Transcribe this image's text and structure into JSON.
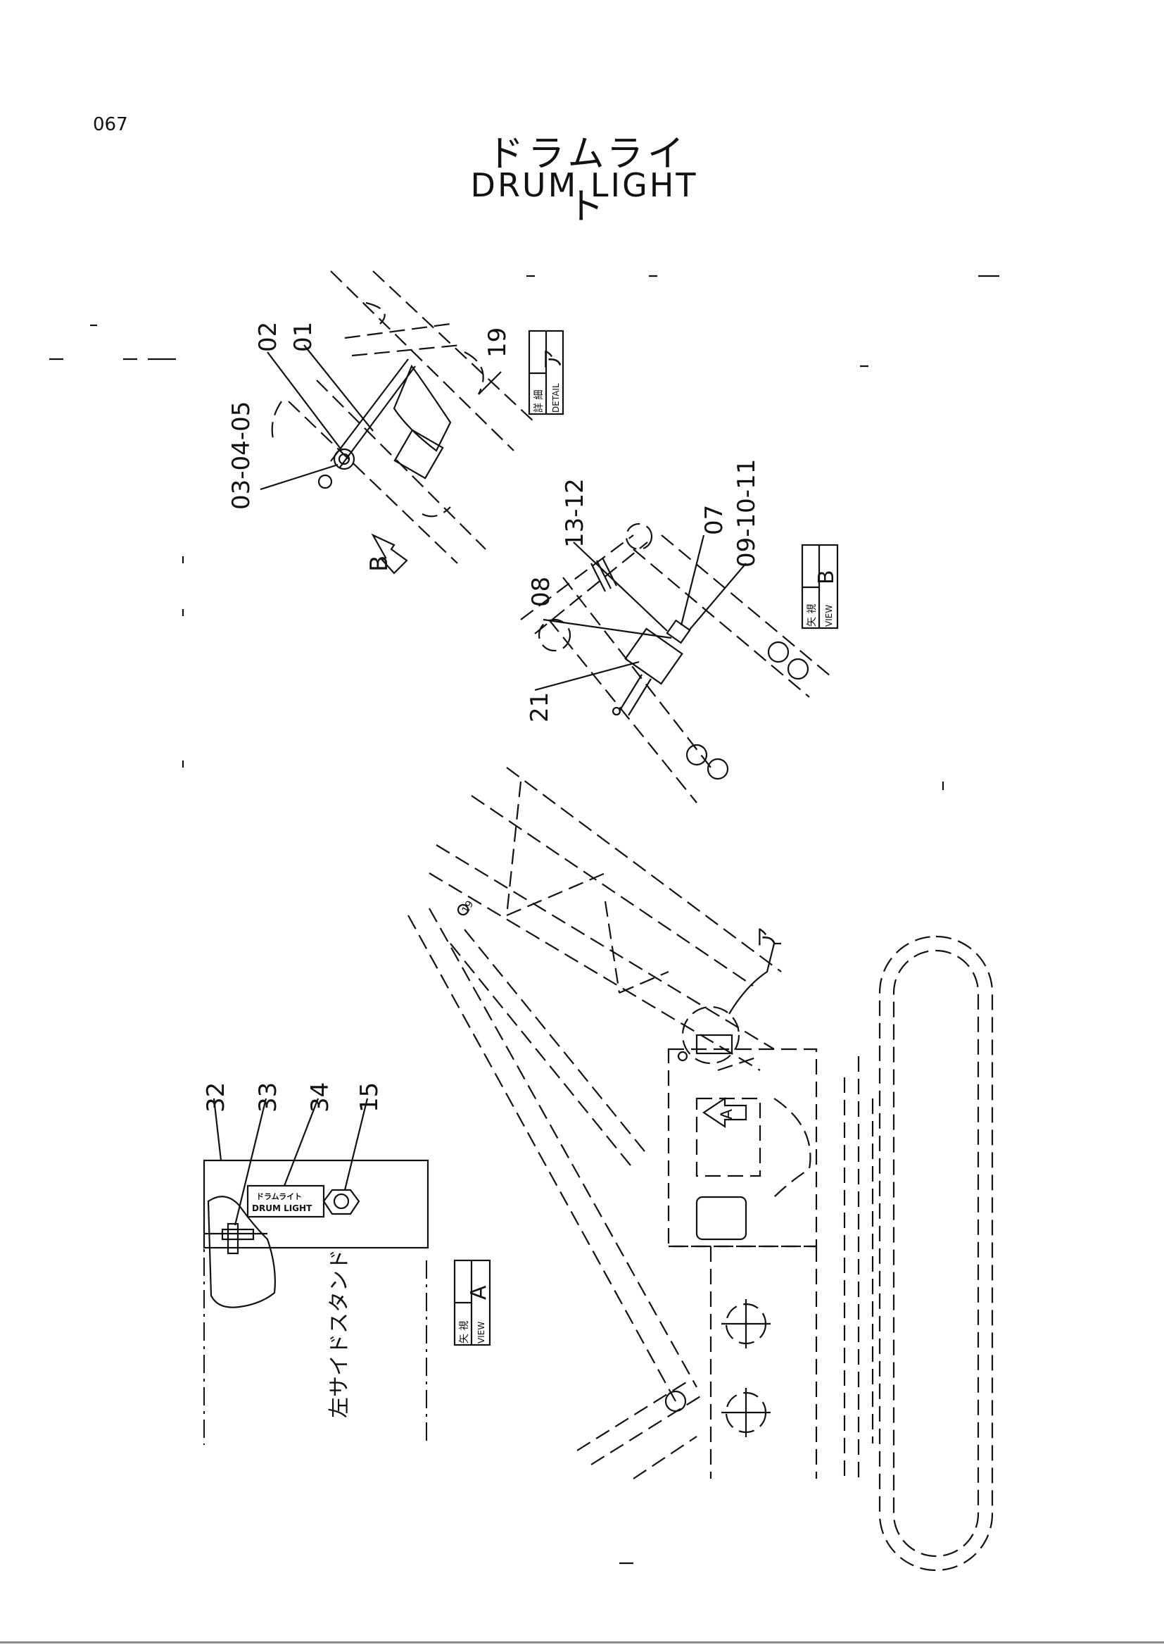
{
  "page": {
    "number": "067"
  },
  "title": {
    "jp": "ドラムライト",
    "en": "DRUM LIGHT"
  },
  "detail_a": {
    "labels": [
      "02",
      "01",
      "19",
      "03-04-05"
    ],
    "detail_tag": {
      "kanji": "詳 細",
      "mark": "ア",
      "en": "DETAIL"
    },
    "view_arrow": "B"
  },
  "view_b": {
    "labels": [
      "13-12",
      "07",
      "09-10-11",
      "08",
      "21"
    ],
    "tag": {
      "kanji": "矢 視",
      "mark": "B",
      "en": "VIEW"
    }
  },
  "view_a": {
    "labels": [
      "32",
      "33",
      "34",
      "15"
    ],
    "plate": {
      "jp": "ドラムライト",
      "en": "DRUM LIGHT"
    },
    "stand_label": "左サイドスタンド",
    "tag": {
      "kanji": "矢 視",
      "mark": "A",
      "en": "VIEW"
    }
  },
  "machine": {
    "detail_mark": "ア",
    "boom_tag": "19",
    "view_arrow": "A"
  }
}
